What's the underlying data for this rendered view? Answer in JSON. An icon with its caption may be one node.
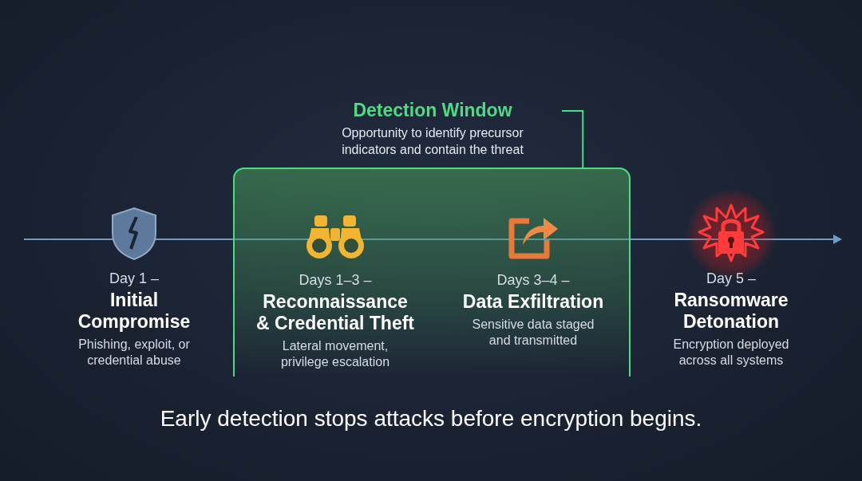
{
  "diagram": {
    "caption": "Early detection stops attacks before encryption begins.",
    "nodes": [
      {
        "text": [
          "Detection Window",
          "Opportunity to identify precursor indicators and contain the threat"
        ]
      },
      {
        "text": [],
        "shape": "box"
      },
      {
        "text": [
          "Day 1 –",
          "Initial Compromise",
          "Phishing, exploit, or credential abuse"
        ]
      },
      {
        "text": [
          "Days 1–3 –",
          "Reconnaissance & Credential Theft",
          "Lateral movement, privilege escalation"
        ],
        "in": 1
      },
      {
        "text": [
          "Days 3–4 –",
          "Data Exfiltration",
          "Sensitive data staged and transmitted"
        ],
        "in": 1
      },
      {
        "text": [
          "Day 5 –",
          "Ransomware Detonation",
          "Encryption deployed across all systems"
        ]
      }
    ],
    "edges": [
      {
        "from": 0,
        "to": 1,
        "arrow": "none",
        "color": "#4ade80"
      }
    ]
  }
}
